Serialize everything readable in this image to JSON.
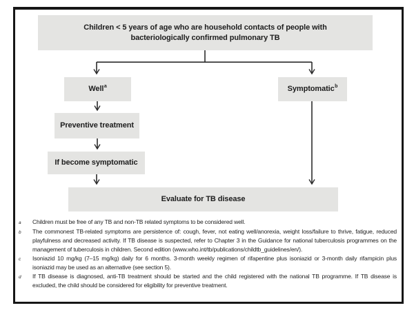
{
  "flowchart": {
    "top_box": {
      "line1": "Children < 5 years of age who are household contacts of people with",
      "line2": "bacteriologically confirmed pulmonary TB"
    },
    "nodes": {
      "well": {
        "label": "Well",
        "sup": "a"
      },
      "symptomatic": {
        "label": "Symptomatic",
        "sup": "b"
      },
      "preventive": {
        "label": "Preventive treatment"
      },
      "if_symptomatic": {
        "label": "If become symptomatic"
      },
      "evaluate": {
        "label": "Evaluate for TB disease"
      }
    }
  },
  "footnotes": [
    {
      "marker": "a",
      "text": "Children must be free of any TB and non-TB related symptoms to be considered well."
    },
    {
      "marker": "b",
      "text": "The commonest TB-related symptoms are persistence of: cough, fever, not eating well/anorexia, weight loss/failure to thrive, fatigue, reduced playfulness and decreased activity. If TB disease is suspected, refer to Chapter 3 in the Guidance for national tuberculosis programmes on the management of tuberculosis in children. Second edition (www.who.int/tb/publications/childtb_guidelines/en/)."
    },
    {
      "marker": "c",
      "text": "Isoniazid 10 mg/kg (7–15 mg/kg) daily for 6 months. 3-month weekly regimen of rifapentine plus isoniazid or 3-month daily rifampicin plus isoniazid may be used as an alternative (see section 5)."
    },
    {
      "marker": "d",
      "text": "If TB disease is diagnosed, anti-TB treatment should be started and the child registered with the national TB programme. If TB disease is excluded, the child should be considered for eligibility for preventive treatment."
    }
  ],
  "colors": {
    "box_fill": "#e4e4e2",
    "line_color": "#2b2b2b",
    "frame_border": "#161616",
    "text_color": "#1d1d1d"
  }
}
